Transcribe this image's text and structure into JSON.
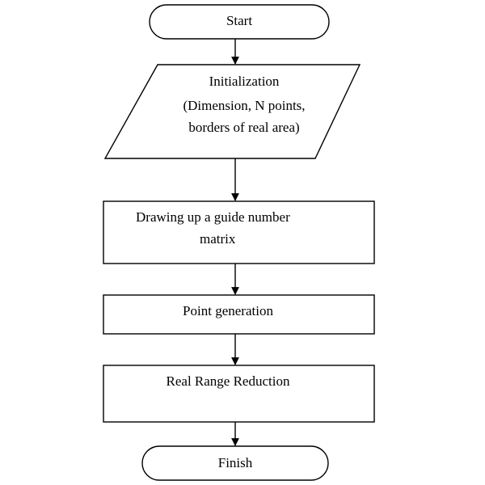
{
  "nodes": {
    "start": {
      "label": "Start"
    },
    "initialization": {
      "lines": [
        "Initialization",
        "(Dimension, N points,",
        "borders of real area)"
      ]
    },
    "guide_matrix": {
      "lines": [
        "Drawing up a guide number",
        "matrix"
      ]
    },
    "point_generation": {
      "label": "Point generation"
    },
    "range_reduction": {
      "label": "Real Range Reduction"
    },
    "finish": {
      "label": "Finish"
    }
  },
  "edges": [
    {
      "from": "start",
      "to": "initialization"
    },
    {
      "from": "initialization",
      "to": "guide_matrix"
    },
    {
      "from": "guide_matrix",
      "to": "point_generation"
    },
    {
      "from": "point_generation",
      "to": "range_reduction"
    },
    {
      "from": "range_reduction",
      "to": "finish"
    }
  ]
}
